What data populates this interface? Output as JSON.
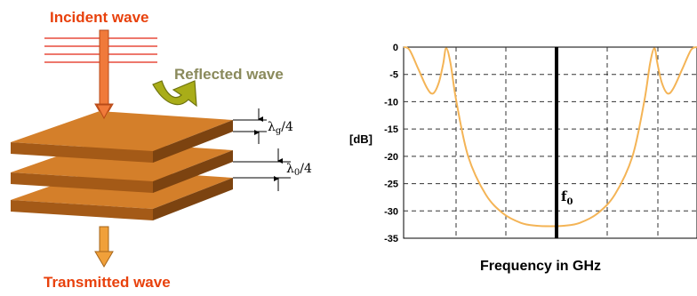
{
  "diagram": {
    "incident_label": "Incident wave",
    "reflected_label": "Reflected wave",
    "transmitted_label": "Transmitted wave",
    "dim_guided": "λg/4",
    "dim_free": "λ0/4"
  },
  "chart_data": {
    "type": "line",
    "ylabel": "[dB]",
    "xlabel": "Frequency in GHz",
    "ylim": [
      -35,
      0
    ],
    "yticks": [
      0,
      -5,
      -10,
      -15,
      -20,
      -25,
      -30,
      -35
    ],
    "grid": true,
    "marker_label": "f0",
    "series": [
      {
        "color": "#f4b456",
        "x": [
          0.0,
          0.02,
          0.05,
          0.08,
          0.1,
          0.12,
          0.135,
          0.145,
          0.16,
          0.18,
          0.22,
          0.28,
          0.34,
          0.4,
          0.45,
          0.5,
          0.55,
          0.6,
          0.66,
          0.72,
          0.78,
          0.82,
          0.84,
          0.855,
          0.865,
          0.88,
          0.9,
          0.92,
          0.95,
          0.98,
          1.0
        ],
        "values": [
          0,
          -0.5,
          -4,
          -7.5,
          -8.5,
          -6.5,
          -3,
          -0.2,
          -3,
          -10,
          -20,
          -27,
          -30.5,
          -32.2,
          -32.7,
          -32.8,
          -32.7,
          -32.2,
          -30.5,
          -27,
          -20,
          -10,
          -3,
          -0.2,
          -3,
          -6.5,
          -8.5,
          -7.5,
          -4,
          -0.5,
          0
        ]
      }
    ]
  }
}
